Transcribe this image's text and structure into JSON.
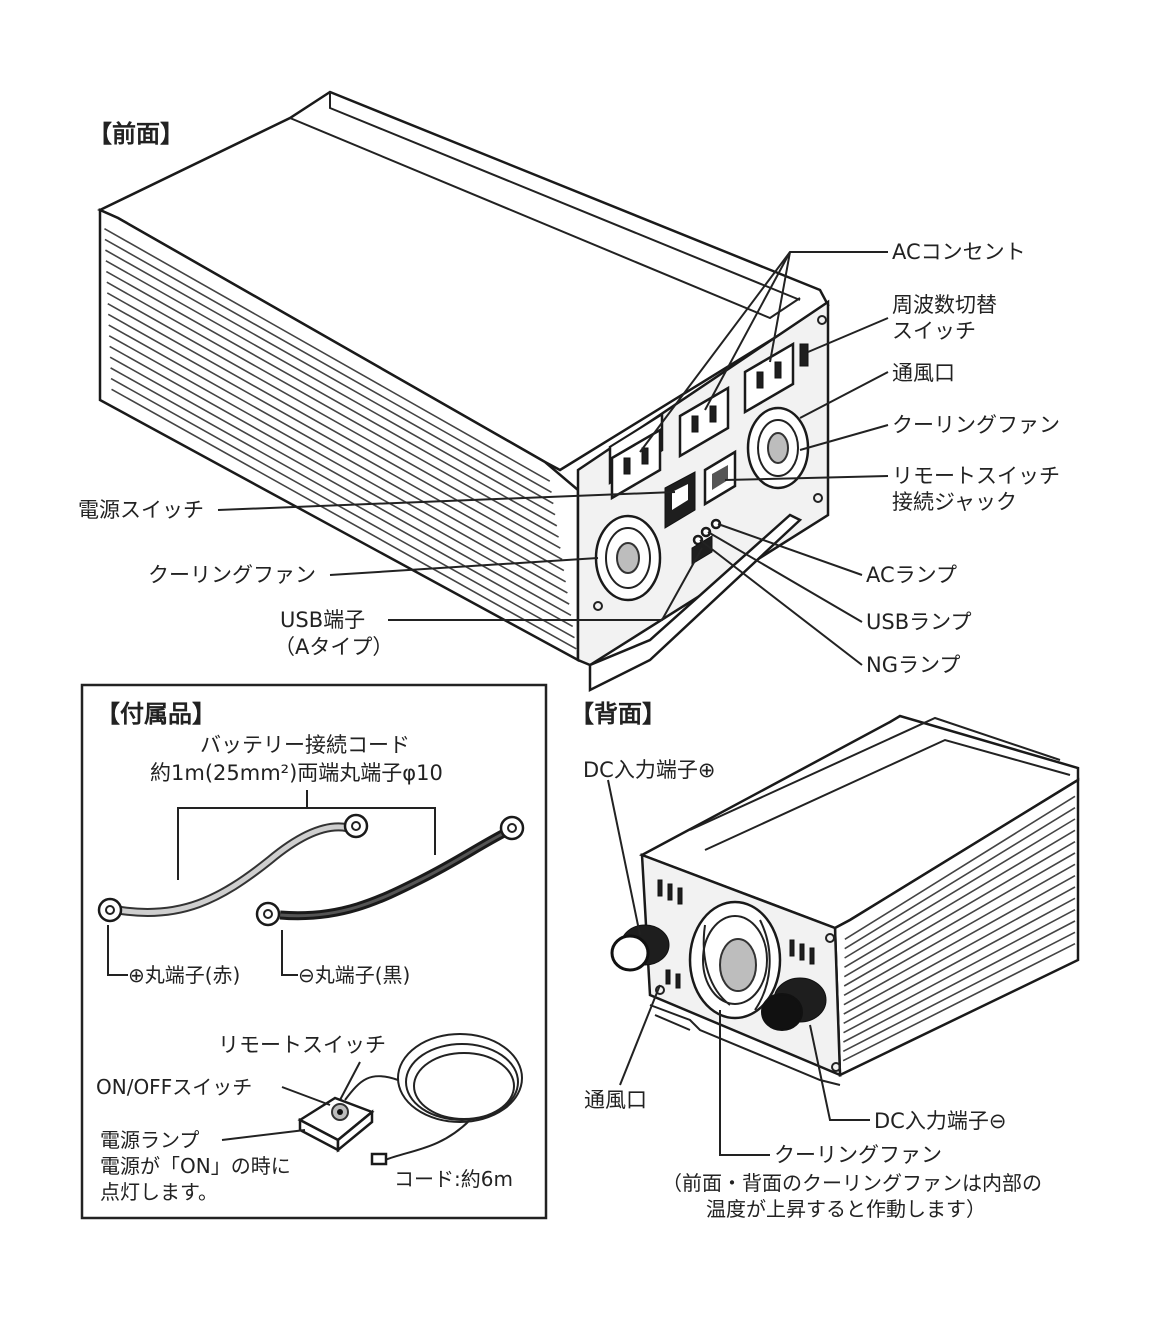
{
  "front": {
    "title": "【前面】",
    "labels": {
      "ac_outlet": "ACコンセント",
      "freq_switch_1": "周波数切替",
      "freq_switch_2": "スイッチ",
      "vent": "通風口",
      "cooling_fan_right": "クーリングファン",
      "remote_jack_1": "リモートスイッチ",
      "remote_jack_2": "接続ジャック",
      "power_switch": "電源スイッチ",
      "cooling_fan_left": "クーリングファン",
      "ac_lamp": "ACランプ",
      "usb_terminal_1": "USB端子",
      "usb_terminal_2": "（Aタイプ）",
      "usb_lamp": "USBランプ",
      "ng_lamp": "NGランプ"
    }
  },
  "accessories": {
    "title": "【付属品】",
    "cord_title_1": "バッテリー接続コード",
    "cord_title_2": "約1m(25mm²)両端丸端子φ10",
    "plus_terminal": "⊕丸端子(赤)",
    "minus_terminal": "⊖丸端子(黒)",
    "remote_switch": "リモートスイッチ",
    "onoff_switch": "ON/OFFスイッチ",
    "power_lamp_1": "電源ランプ",
    "power_lamp_2": "電源が「ON」の時に",
    "power_lamp_3": "点灯します。",
    "cord_length": "コード:約6m"
  },
  "back": {
    "title": "【背面】",
    "labels": {
      "dc_plus": "DC入力端子⊕",
      "vent": "通風口",
      "dc_minus": "DC入力端子⊖",
      "cooling_fan": "クーリングファン",
      "note_1": "（前面・背面のクーリングファンは内部の",
      "note_2": "温度が上昇すると作動します）"
    }
  }
}
